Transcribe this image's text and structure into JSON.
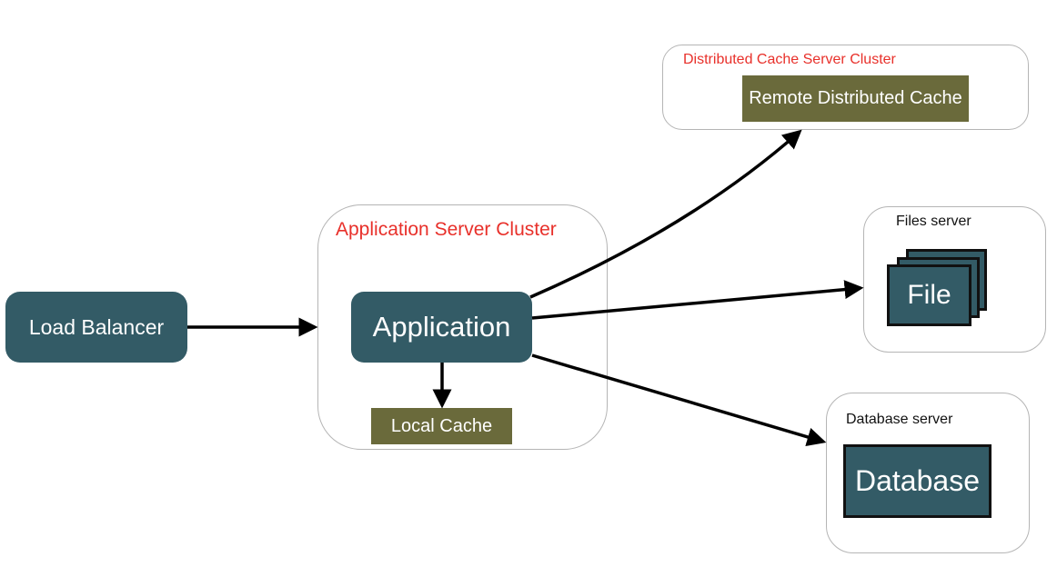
{
  "groups": {
    "distributed_cache": {
      "label": "Distributed Cache Server Cluster"
    },
    "app_cluster": {
      "label": "Application Server Cluster"
    },
    "files_server": {
      "label": "Files server"
    },
    "database_server": {
      "label": "Database server"
    }
  },
  "nodes": {
    "load_balancer": "Load Balancer",
    "application": "Application",
    "local_cache": "Local Cache",
    "remote_cache": "Remote Distributed Cache",
    "file": "File",
    "database": "Database"
  },
  "colors": {
    "node_fill": "#335b66",
    "cache_fill": "#6a6a3b",
    "group_label_red": "#e8302a",
    "edge": "#000000"
  },
  "edges": [
    {
      "from": "load_balancer",
      "to": "application"
    },
    {
      "from": "application",
      "to": "local_cache"
    },
    {
      "from": "application",
      "to": "remote_cache"
    },
    {
      "from": "application",
      "to": "file"
    },
    {
      "from": "application",
      "to": "database"
    }
  ]
}
